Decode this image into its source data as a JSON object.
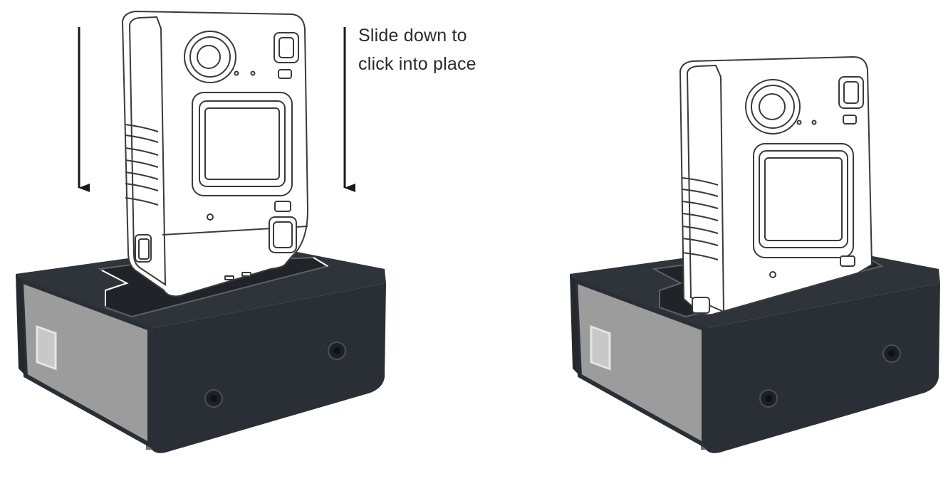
{
  "instruction": {
    "line1": "Slide down to",
    "line2": "click into place"
  },
  "colors": {
    "dock_body": "#2a2f35",
    "dock_panel": "#9c9c9c",
    "camera_outline": "#3a3a3a",
    "camera_fill": "#ffffff",
    "arrow": "#1a1a1a"
  },
  "steps": [
    {
      "state": "camera-above-dock"
    },
    {
      "state": "camera-seated-in-dock"
    }
  ]
}
